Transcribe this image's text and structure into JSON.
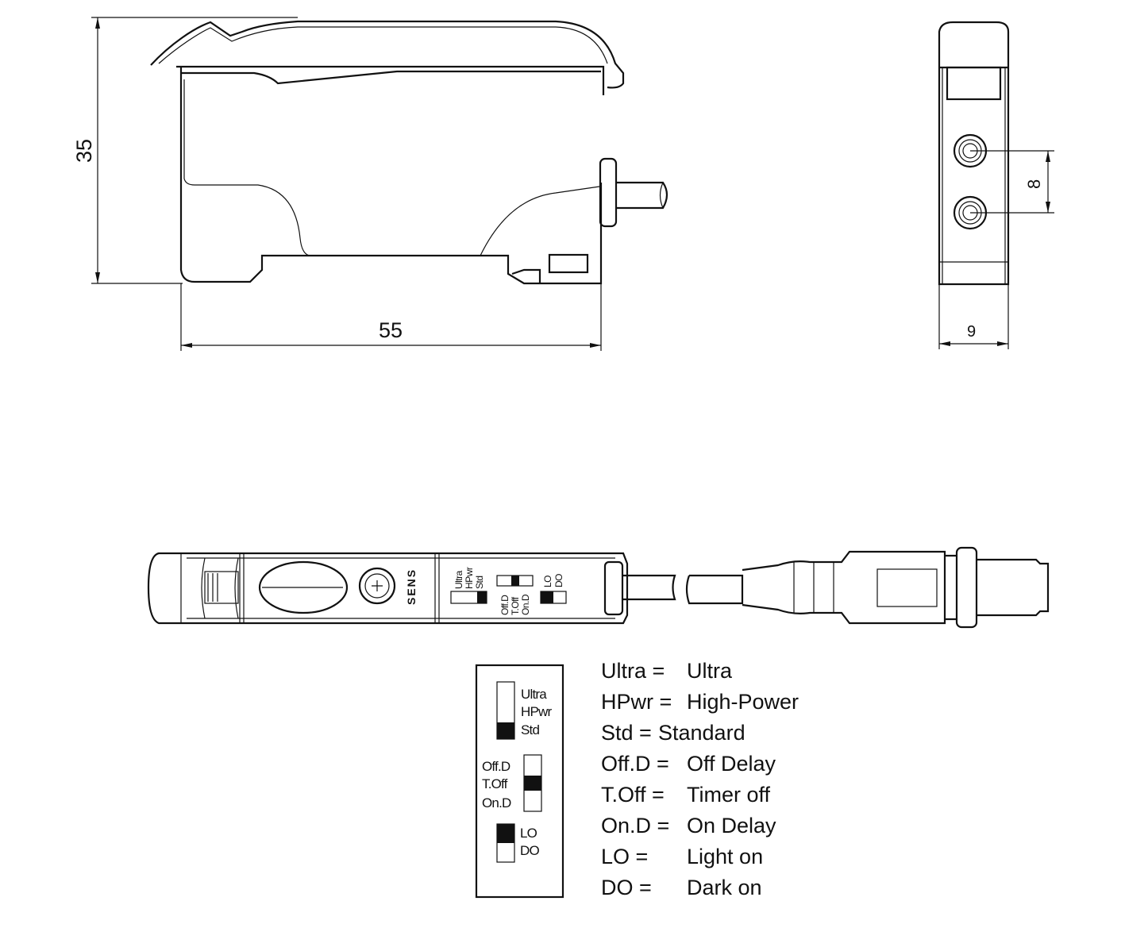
{
  "dimensions": {
    "height": "35",
    "width": "55",
    "depth": "9",
    "spacing": "8"
  },
  "top_view": {
    "sens_label": "SENS",
    "switch1_labels": [
      "Ultra",
      "HPwr",
      "Std"
    ],
    "switch2_labels": [
      "Off.D",
      "T.Off",
      "On.D"
    ],
    "switch3_labels": [
      "LO",
      "DO"
    ]
  },
  "switch_panel": {
    "switch1_labels": [
      "Ultra",
      "HPwr",
      "Std"
    ],
    "switch2_labels": [
      "Off.D",
      "T.Off",
      "On.D"
    ],
    "switch3_labels": [
      "LO",
      "DO"
    ]
  },
  "legend": [
    {
      "key": "Ultra =",
      "value": "Ultra"
    },
    {
      "key": "HPwr =",
      "value": "High-Power"
    },
    {
      "key": "Std =",
      "value": "Standard"
    },
    {
      "key": "Off.D =",
      "value": "Off Delay"
    },
    {
      "key": "T.Off =",
      "value": "Timer off"
    },
    {
      "key": "On.D =",
      "value": "On Delay"
    },
    {
      "key": "LO =",
      "value": "Light on"
    },
    {
      "key": "DO =",
      "value": "Dark on"
    }
  ]
}
